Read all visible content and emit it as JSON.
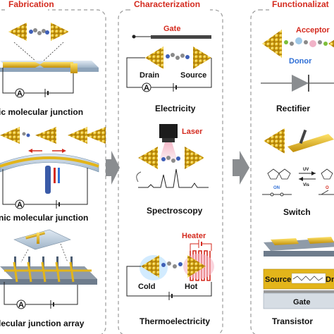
{
  "headers": {
    "fabrication": "Fabrication",
    "characterization": "Characterization",
    "functionalization": "Functionalizat"
  },
  "fabrication": {
    "caption1": "ic molecular junction",
    "caption2": "nic molecular junction",
    "caption3": "lecular junction array",
    "meter_symbol": "A"
  },
  "characterization": {
    "gate_label": "Gate",
    "drain_label": "Drain",
    "source_label": "Source",
    "caption_electricity": "Electricity",
    "laser_label": "Laser",
    "caption_spectroscopy": "Spectroscopy",
    "heater_label": "Heater",
    "cold_label": "Cold",
    "hot_label": "Hot",
    "caption_thermo": "Thermoelectricity",
    "meter_symbol": "A"
  },
  "functionalization": {
    "acceptor_label": "Acceptor",
    "donor_label": "Donor",
    "caption_rectifier": "Rectifier",
    "uv_label": "UV",
    "vis_label": "Vis",
    "on_label": "ON",
    "off_label": "O",
    "caption_switch": "Switch",
    "source_label": "Source",
    "drain_label": "Dr",
    "gate_label": "Gate",
    "caption_transistor": "Transistor"
  },
  "colors": {
    "header_red": "#d42a1e",
    "gold": "#e3b51a",
    "arrow_gray": "#8a8d90",
    "donor_blue": "#2f6fd6"
  }
}
